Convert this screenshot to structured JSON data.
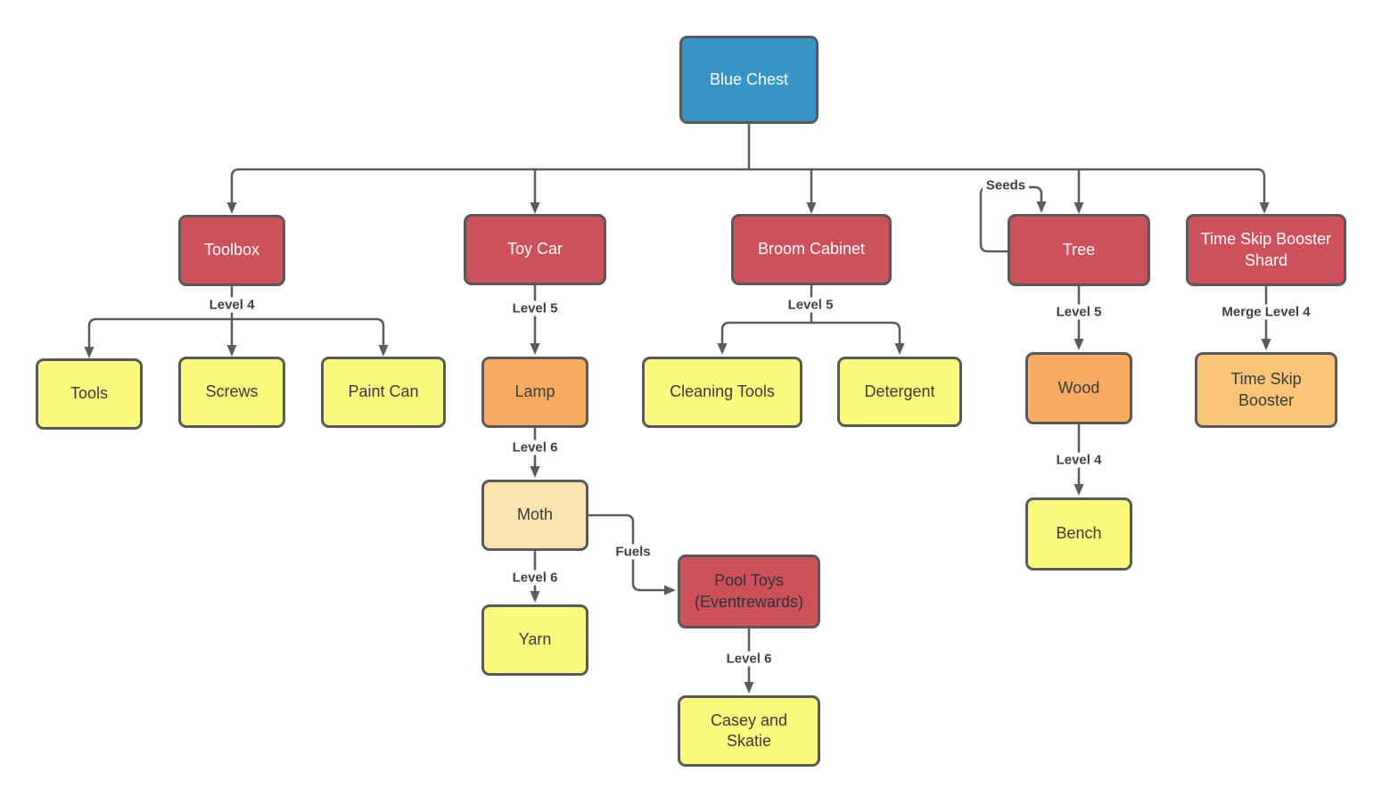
{
  "palette": {
    "root_blue": "#3794c6",
    "chest_red": "#cd515a",
    "orange": "#f8ab62",
    "light_orange": "#fac578",
    "cream": "#fae5b0",
    "yellow": "#faf97d",
    "node_border": "#595959",
    "edge_gray": "#5b5b5b",
    "label_text": "#3f3f3f"
  },
  "nodes": {
    "blue_chest": {
      "label": "Blue Chest"
    },
    "toolbox": {
      "label": "Toolbox"
    },
    "toy_car": {
      "label": "Toy Car"
    },
    "broom_cabinet": {
      "label": "Broom Cabinet"
    },
    "tree": {
      "label": "Tree"
    },
    "time_skip_booster_shard": {
      "label": "Time Skip Booster Shard"
    },
    "tools": {
      "label": "Tools"
    },
    "screws": {
      "label": "Screws"
    },
    "paint_can": {
      "label": "Paint Can"
    },
    "lamp": {
      "label": "Lamp"
    },
    "cleaning_tools": {
      "label": "Cleaning Tools"
    },
    "detergent": {
      "label": "Detergent"
    },
    "wood": {
      "label": "Wood"
    },
    "time_skip_booster": {
      "label": "Time Skip Booster"
    },
    "moth": {
      "label": "Moth"
    },
    "yarn": {
      "label": "Yarn"
    },
    "pool_toys": {
      "label": "Pool Toys (Eventrewards)"
    },
    "casey_and_skatie": {
      "label": "Casey and Skatie"
    },
    "bench": {
      "label": "Bench"
    }
  },
  "edge_labels": {
    "toolbox_out": "Level 4",
    "toy_car_out": "Level 5",
    "broom_cabinet_out": "Level 5",
    "tree_out": "Level 5",
    "tsbs_out": "Merge Level 4",
    "lamp_out": "Level 6",
    "moth_out": "Level 6",
    "moth_fuels": "Fuels",
    "pool_toys_out": "Level 6",
    "wood_out": "Level 4",
    "tree_seeds": "Seeds"
  }
}
